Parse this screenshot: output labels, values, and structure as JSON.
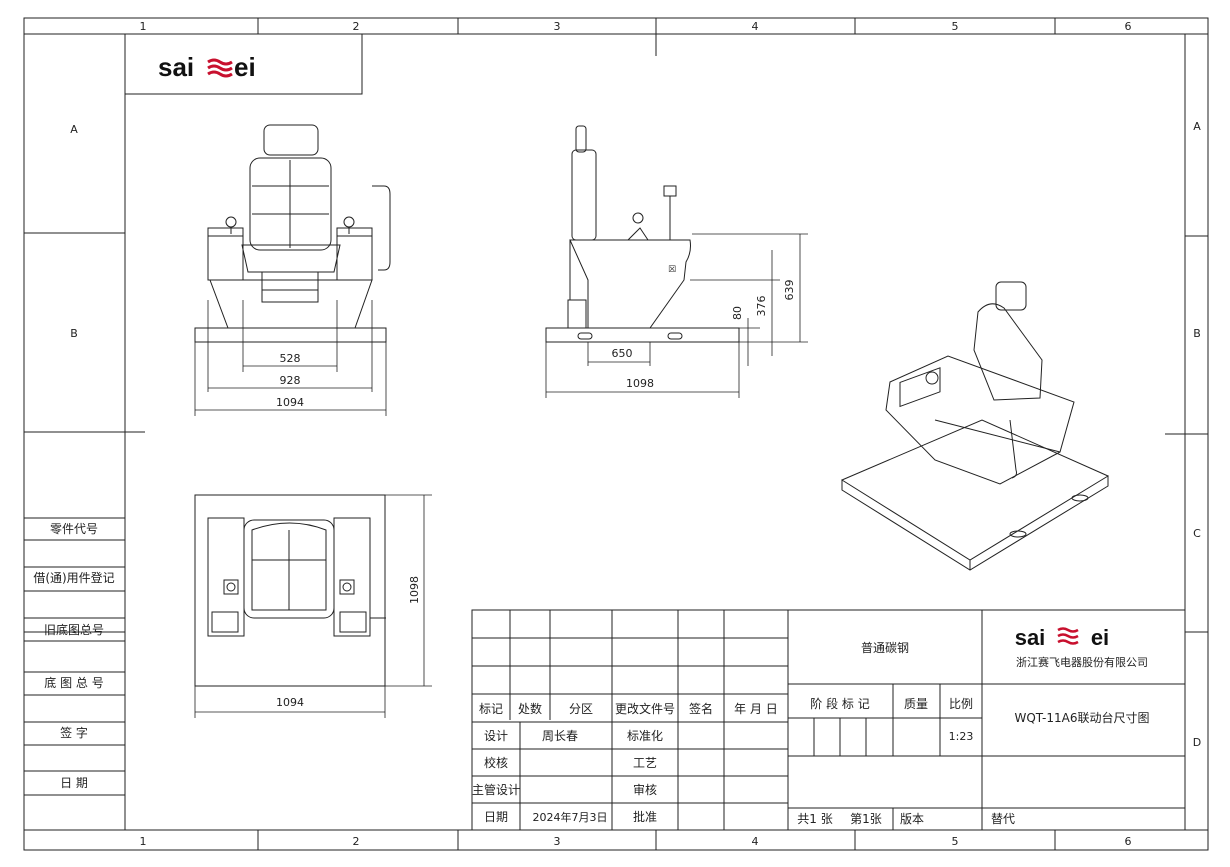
{
  "border": {
    "col_numbers": [
      "1",
      "2",
      "3",
      "4",
      "5",
      "6"
    ],
    "row_letters": [
      "A",
      "B",
      "C",
      "D"
    ]
  },
  "logo": {
    "text_left": "sai",
    "text_right": "ei",
    "mark": "wave-f"
  },
  "views": {
    "front": {
      "dim_inner": "528",
      "dim_mid": "928",
      "dim_outer": "1094"
    },
    "side": {
      "dim_650": "650",
      "dim_1098": "1098",
      "dim_80": "80",
      "dim_376": "376",
      "dim_639": "639"
    },
    "top": {
      "dim_width": "1094",
      "dim_depth": "1098"
    }
  },
  "left_column": {
    "labels": [
      "零件代号",
      "借(通)用件登记",
      "旧底图总号",
      "底 图 总 号",
      "签  字",
      "日  期"
    ]
  },
  "title_block": {
    "material": "普通碳钢",
    "company": "浙江赛飞电器股份有限公司",
    "drawing_name": "WQT-11A6联动台尺寸图",
    "headers": {
      "mark": "标记",
      "count": "处数",
      "zone": "分区",
      "change_doc": "更改文件号",
      "sign": "签名",
      "date_ymd": "年 月 日",
      "stage_mark": "阶 段 标 记",
      "mass": "质量",
      "scale": "比例"
    },
    "scale_value": "1:23",
    "rows": {
      "design": "设计",
      "designer": "周长春",
      "standard": "标准化",
      "check": "校核",
      "process": "工艺",
      "chief": "主管设计",
      "review": "审核",
      "date": "日期",
      "date_value": "2024年7月3日",
      "approve": "批准"
    },
    "sheets": {
      "total": "共1 张",
      "number": "第1张",
      "version": "版本",
      "replace": "替代"
    }
  }
}
